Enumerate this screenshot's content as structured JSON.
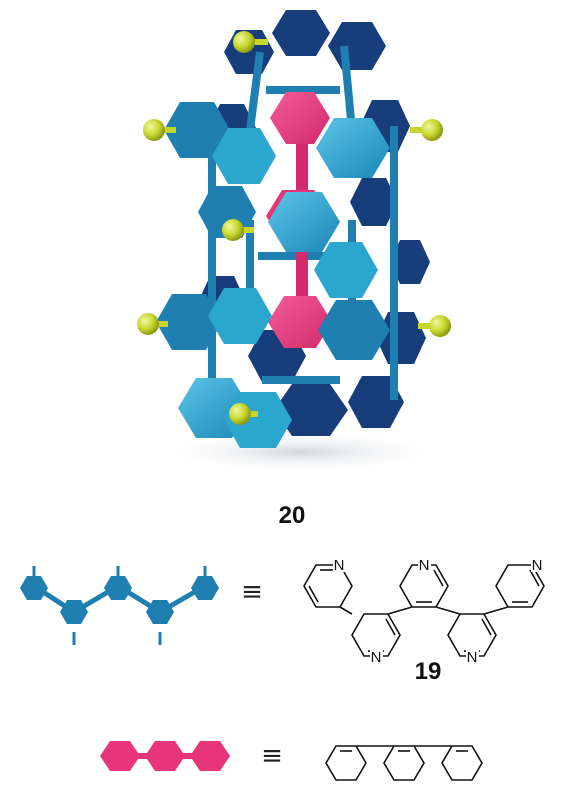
{
  "figure": {
    "compound_cage": "20",
    "compound_ligand": "19",
    "equivalence_symbol": "≡",
    "nitrogen_label": "N"
  },
  "colors": {
    "ligand_blue": "#1e7fb0",
    "ligand_cyan": "#2aa6cf",
    "ligand_dark": "#173d7a",
    "template_pink": "#e8357a",
    "tbu_ball": "#c6d62c",
    "bond_black": "#111111"
  }
}
